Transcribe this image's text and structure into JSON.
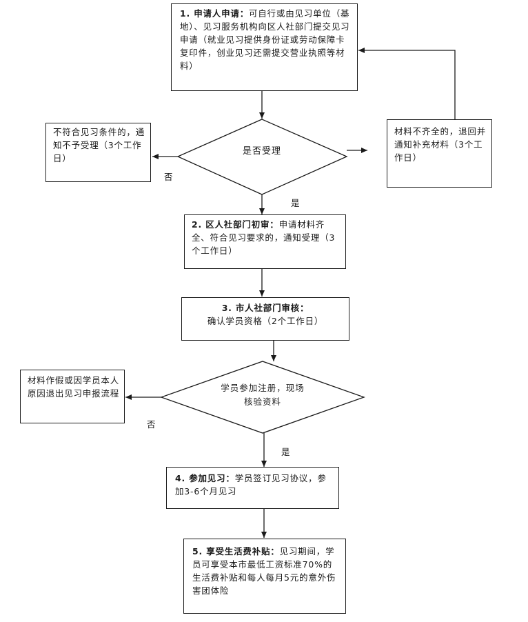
{
  "steps": {
    "step1": {
      "title": "1. 申请人申请：",
      "body": "可自行或由见习单位（基地）、见习服务机构向区人社部门提交见习申请（就业见习提供身份证或劳动保障卡复印件，创业见习还需提交营业执照等材料）"
    },
    "step2": {
      "title": "2. 区人社部门初审：",
      "body": "申请材料齐全、符合见习要求的，通知受理（3个工作日）"
    },
    "step3": {
      "title": "3. 市人社部门审核：",
      "body": "确认学员资格（2个工作日）"
    },
    "step4": {
      "title": "4. 参加见习：",
      "body": "学员签订见习协议，参加3-6个月见习"
    },
    "step5": {
      "title": "5. 享受生活费补贴：",
      "body": "见习期间，学员可享受本市最低工资标准70%的生活费补贴和每人每月5元的意外伤害团体险"
    }
  },
  "decisions": {
    "accept": "是否受理",
    "verify_line1": "学员参加注册，现场",
    "verify_line2": "核验资料"
  },
  "side_boxes": {
    "reject": "不符合见习条件的，通知不予受理（3个工作日）",
    "incomplete": "材料不齐全的，退回并通知补充材料（3个工作日）",
    "fraud": "材料作假或因学员本人原因退出见习申报流程"
  },
  "edge_labels": {
    "no1": "否",
    "yes1": "是",
    "no2": "否",
    "yes2": "是"
  }
}
